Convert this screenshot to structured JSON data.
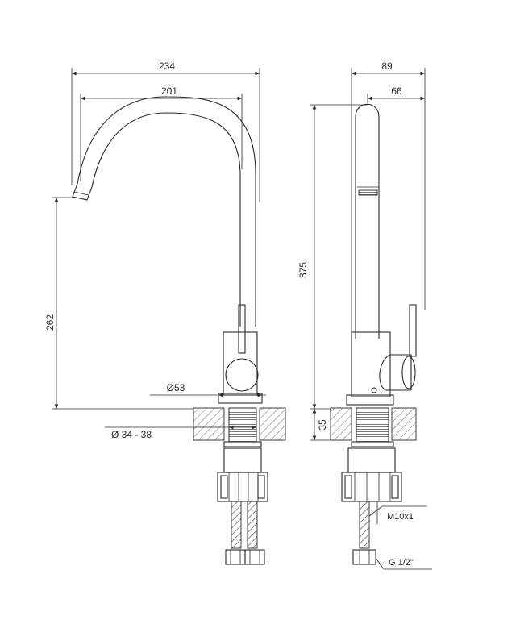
{
  "dimensions": {
    "overall_reach": "234",
    "spout_reach": "201",
    "side_depth": "89",
    "spout_depth": "66",
    "total_height": "375",
    "spout_height": "262",
    "base_diameter": "Ø53",
    "hole_diameter": "Ø 34 - 38",
    "deck_thickness": "35"
  },
  "labels": {
    "hose_thread": "M10x1",
    "connection_thread": "G 1/2\""
  }
}
